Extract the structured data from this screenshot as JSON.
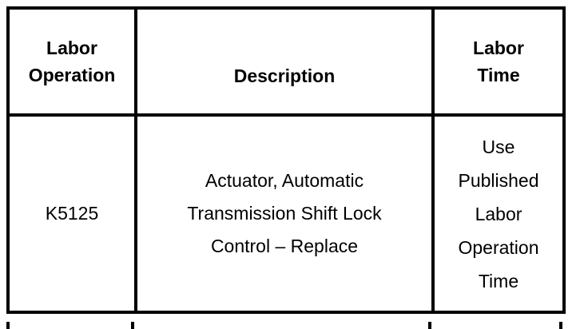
{
  "document": {
    "type": "labor-operation-table",
    "background_color": "#ffffff",
    "border_color": "#000000",
    "text_color": "#000000"
  },
  "table": {
    "columns": [
      {
        "key": "labor_operation",
        "header_lines": [
          "Labor",
          "Operation"
        ]
      },
      {
        "key": "description",
        "header_lines": [
          "Description"
        ]
      },
      {
        "key": "labor_time",
        "header_lines": [
          "Labor",
          "Time"
        ]
      }
    ],
    "header": {
      "labor_operation_line_1": "Labor",
      "labor_operation_line_2": "Operation",
      "description": "Description",
      "labor_time_line_1": "Labor",
      "labor_time_line_2": "Time"
    },
    "rows": [
      {
        "labor_operation": "K5125",
        "description_lines": [
          "Actuator, Automatic",
          "Transmission Shift Lock",
          "Control – Replace"
        ],
        "description_text": "Actuator, Automatic Transmission Shift Lock Control – Replace",
        "labor_time_lines": [
          "Use",
          "Published",
          "Labor",
          "Operation",
          "Time"
        ],
        "labor_time_text": "Use Published Labor Operation Time"
      }
    ]
  }
}
